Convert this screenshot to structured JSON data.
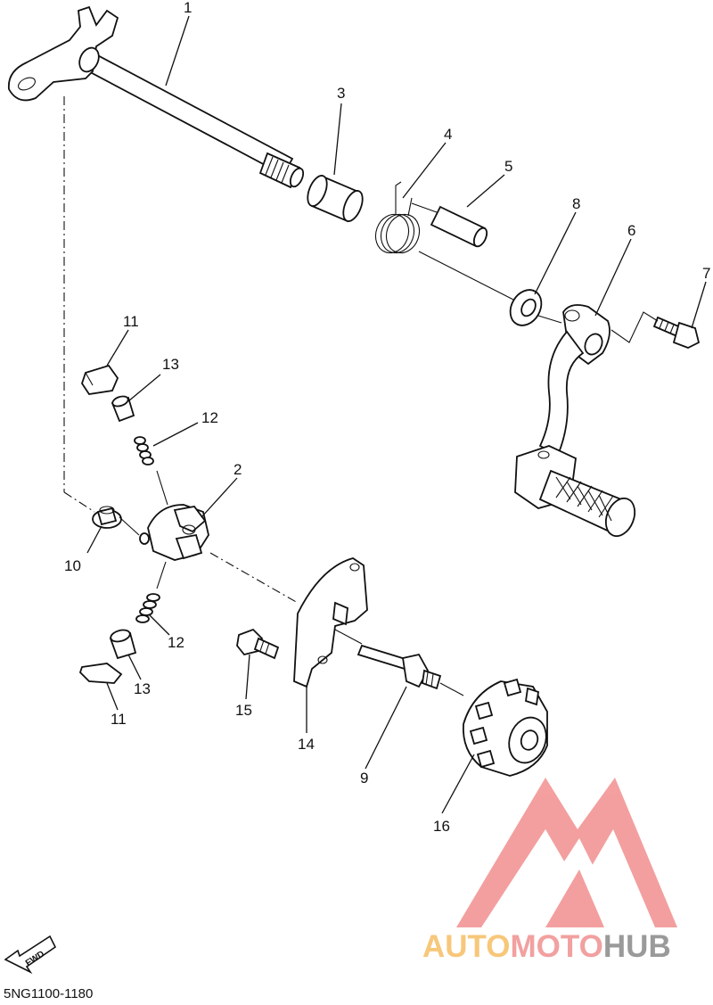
{
  "diagram": {
    "callouts": [
      {
        "id": "c1",
        "label": "1"
      },
      {
        "id": "c2",
        "label": "2"
      },
      {
        "id": "c3",
        "label": "3"
      },
      {
        "id": "c4",
        "label": "4"
      },
      {
        "id": "c5",
        "label": "5"
      },
      {
        "id": "c6",
        "label": "6"
      },
      {
        "id": "c7",
        "label": "7"
      },
      {
        "id": "c8",
        "label": "8"
      },
      {
        "id": "c9",
        "label": "9"
      },
      {
        "id": "c10",
        "label": "10"
      },
      {
        "id": "c11a",
        "label": "11"
      },
      {
        "id": "c11b",
        "label": "11"
      },
      {
        "id": "c12a",
        "label": "12"
      },
      {
        "id": "c12b",
        "label": "12"
      },
      {
        "id": "c13a",
        "label": "13"
      },
      {
        "id": "c13b",
        "label": "13"
      },
      {
        "id": "c14",
        "label": "14"
      },
      {
        "id": "c15",
        "label": "15"
      },
      {
        "id": "c16",
        "label": "16"
      }
    ],
    "fwd_label": "FWD",
    "footer_code": "5NG1100-1180"
  },
  "watermark": {
    "brand_part1": "AUTO",
    "brand_part2": "MOTO",
    "brand_part3": "HUB",
    "colors": {
      "part1": "#f7c77a",
      "part2": "#f2a0a0",
      "part3": "#9a9a9a",
      "logo": "#f08080"
    }
  }
}
